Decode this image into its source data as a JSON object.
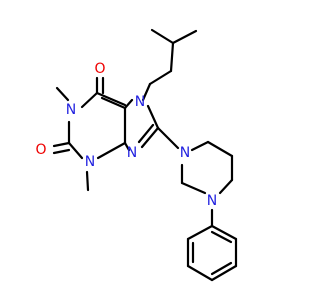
{
  "colors": {
    "carbon_bond": "#000000",
    "nitrogen": "#2222e0",
    "oxygen": "#ee0000",
    "background": "#ffffff"
  },
  "atoms": {
    "o_top": "O",
    "o_left": "O",
    "n1": "N",
    "n3": "N",
    "n7": "N",
    "n9": "N",
    "pip_n_top": "N",
    "pip_n_bottom": "N"
  }
}
